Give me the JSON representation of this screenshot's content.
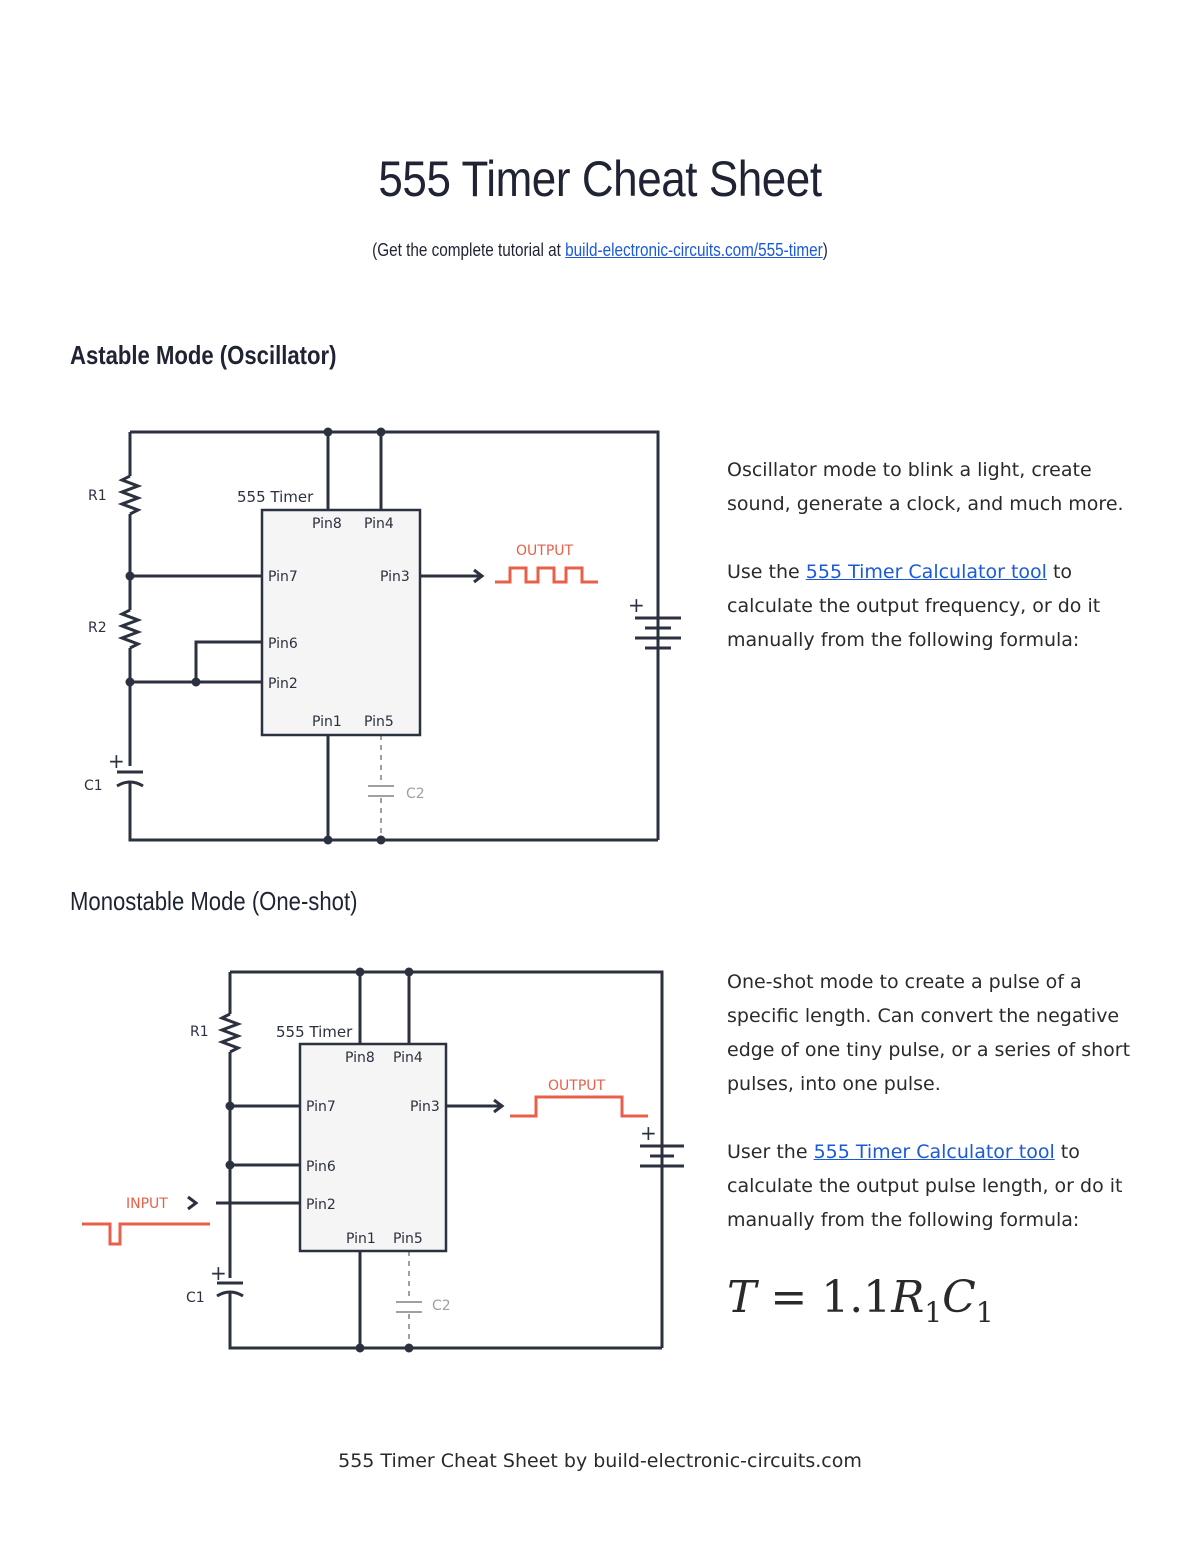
{
  "header": {
    "title": "555 Timer Cheat Sheet",
    "subtitle_prefix": "(Get the complete tutorial at ",
    "subtitle_link": "build-electronic-circuits.com/555-timer",
    "subtitle_suffix": ")"
  },
  "astable": {
    "heading": "Astable Mode (Oscillator)",
    "desc_1": "Oscillator mode to blink a light, create sound, generate a clock, and much more.",
    "desc_2_prefix": "Use the ",
    "desc_2_link": "555 Timer Calculator tool",
    "desc_2_suffix": " to calculate the output frequency, or do it manually from the following formula:",
    "circuit": {
      "r1": "R1",
      "r2": "R2",
      "c1": "C1",
      "c2": "C2",
      "plus": "+",
      "chip": "555 Timer",
      "pin8": "Pin8",
      "pin4": "Pin4",
      "pin7": "Pin7",
      "pin3": "Pin3",
      "pin6": "Pin6",
      "pin2": "Pin2",
      "pin1": "Pin1",
      "pin5": "Pin5",
      "output": "OUTPUT"
    }
  },
  "monostable": {
    "heading": "Monostable Mode (One-shot)",
    "desc_1": "One-shot mode to create a pulse of a specific length. Can convert the negative edge of one tiny pulse, or a series of short pulses, into one pulse.",
    "desc_2_prefix": "User the ",
    "desc_2_link": "555 Timer Calculator tool",
    "desc_2_suffix": " to calculate the output pulse length, or do it manually from the following formula:",
    "circuit": {
      "r1": "R1",
      "c1": "C1",
      "c2": "C2",
      "plus": "+",
      "chip": "555 Timer",
      "pin8": "Pin8",
      "pin4": "Pin4",
      "pin7": "Pin7",
      "pin3": "Pin3",
      "pin6": "Pin6",
      "pin2": "Pin2",
      "pin1": "Pin1",
      "pin5": "Pin5",
      "output": "OUTPUT",
      "input": "INPUT"
    },
    "formula": {
      "lhs": "T",
      "eq": " = ",
      "coef": "1.1",
      "r": "R",
      "r_sub": "1",
      "c": "C",
      "c_sub": "1"
    }
  },
  "footer": {
    "text": "555 Timer Cheat Sheet by build-electronic-circuits.com"
  },
  "colors": {
    "wire": "#2c3140",
    "accent": "#e8604a",
    "link": "#1a5ad8",
    "faint": "#a0a0a0"
  }
}
